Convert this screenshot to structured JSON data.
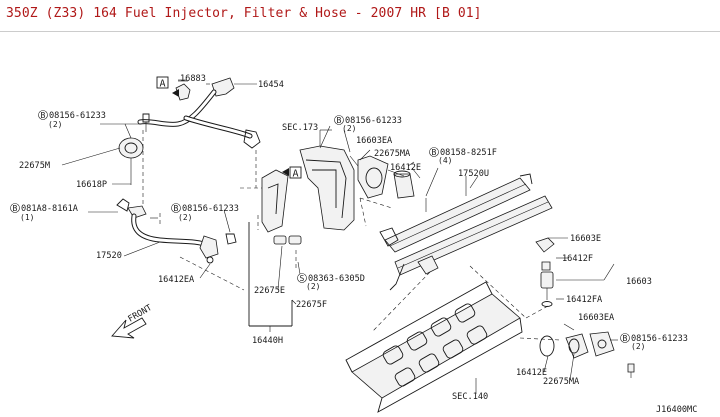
{
  "title": "350Z (Z33) 164 Fuel Injector, Filter & Hose - 2007 HR [B 01]",
  "diagram_code": "J16400MC",
  "front_label": "FRONT",
  "view_marker": "A",
  "labels": {
    "p16883": "16883",
    "p16454": "16454",
    "b1": "08156-61233",
    "b1_qty": "(2)",
    "p22675M": "22675M",
    "p16618P": "16618P",
    "b2": "081A8-8161A",
    "b2_qty": "(1)",
    "b3": "08156-61233",
    "b3_qty": "(2)",
    "p17520": "17520",
    "p16412EA": "16412EA",
    "sec173": "SEC.173",
    "b4": "08156-61233",
    "b4_qty": "(2)",
    "p16603EA": "16603EA",
    "p22675MA": "22675MA",
    "p16412E": "16412E",
    "b5": "08158-8251F",
    "b5_qty": "(4)",
    "p17520U": "17520U",
    "p22675E": "22675E",
    "s6": "08363-6305D",
    "s6_qty": "(2)",
    "p22675F": "22675F",
    "p16440H": "16440H",
    "p16603E": "16603E",
    "p16412F": "16412F",
    "p16603": "16603",
    "p16412FA": "16412FA",
    "p16603EA_b": "16603EA",
    "b7": "08156-61233",
    "b7_qty": "(2)",
    "p16412E_b": "16412E",
    "p22675MA_b": "22675MA",
    "sec140": "SEC.140",
    "circle_B": "B",
    "circle_S": "S"
  }
}
